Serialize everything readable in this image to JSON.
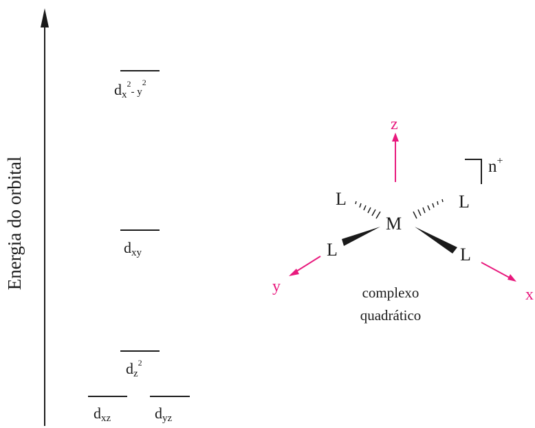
{
  "axis": {
    "label": "Energia do orbital"
  },
  "orbitals": [
    {
      "id": "dx2y2",
      "base": "d",
      "sub": "x",
      "sub_sup": "2",
      "sub2": "- y",
      "sub2_sup": "2"
    },
    {
      "id": "dxy",
      "base": "d",
      "sub": "xy"
    },
    {
      "id": "dz2",
      "base": "d",
      "sub": "z",
      "sub_sup": "2"
    },
    {
      "id": "dxz",
      "base": "d",
      "sub": "xz"
    },
    {
      "id": "dyz",
      "base": "d",
      "sub": "yz"
    }
  ],
  "complex": {
    "metal": "M",
    "ligand": "L",
    "charge_base": "n",
    "charge_sup": "+",
    "caption_line1": "complexo",
    "caption_line2": "quadrático",
    "axes": {
      "z": "z",
      "y": "y",
      "x": "x"
    },
    "axis_color": "#e8197d"
  }
}
